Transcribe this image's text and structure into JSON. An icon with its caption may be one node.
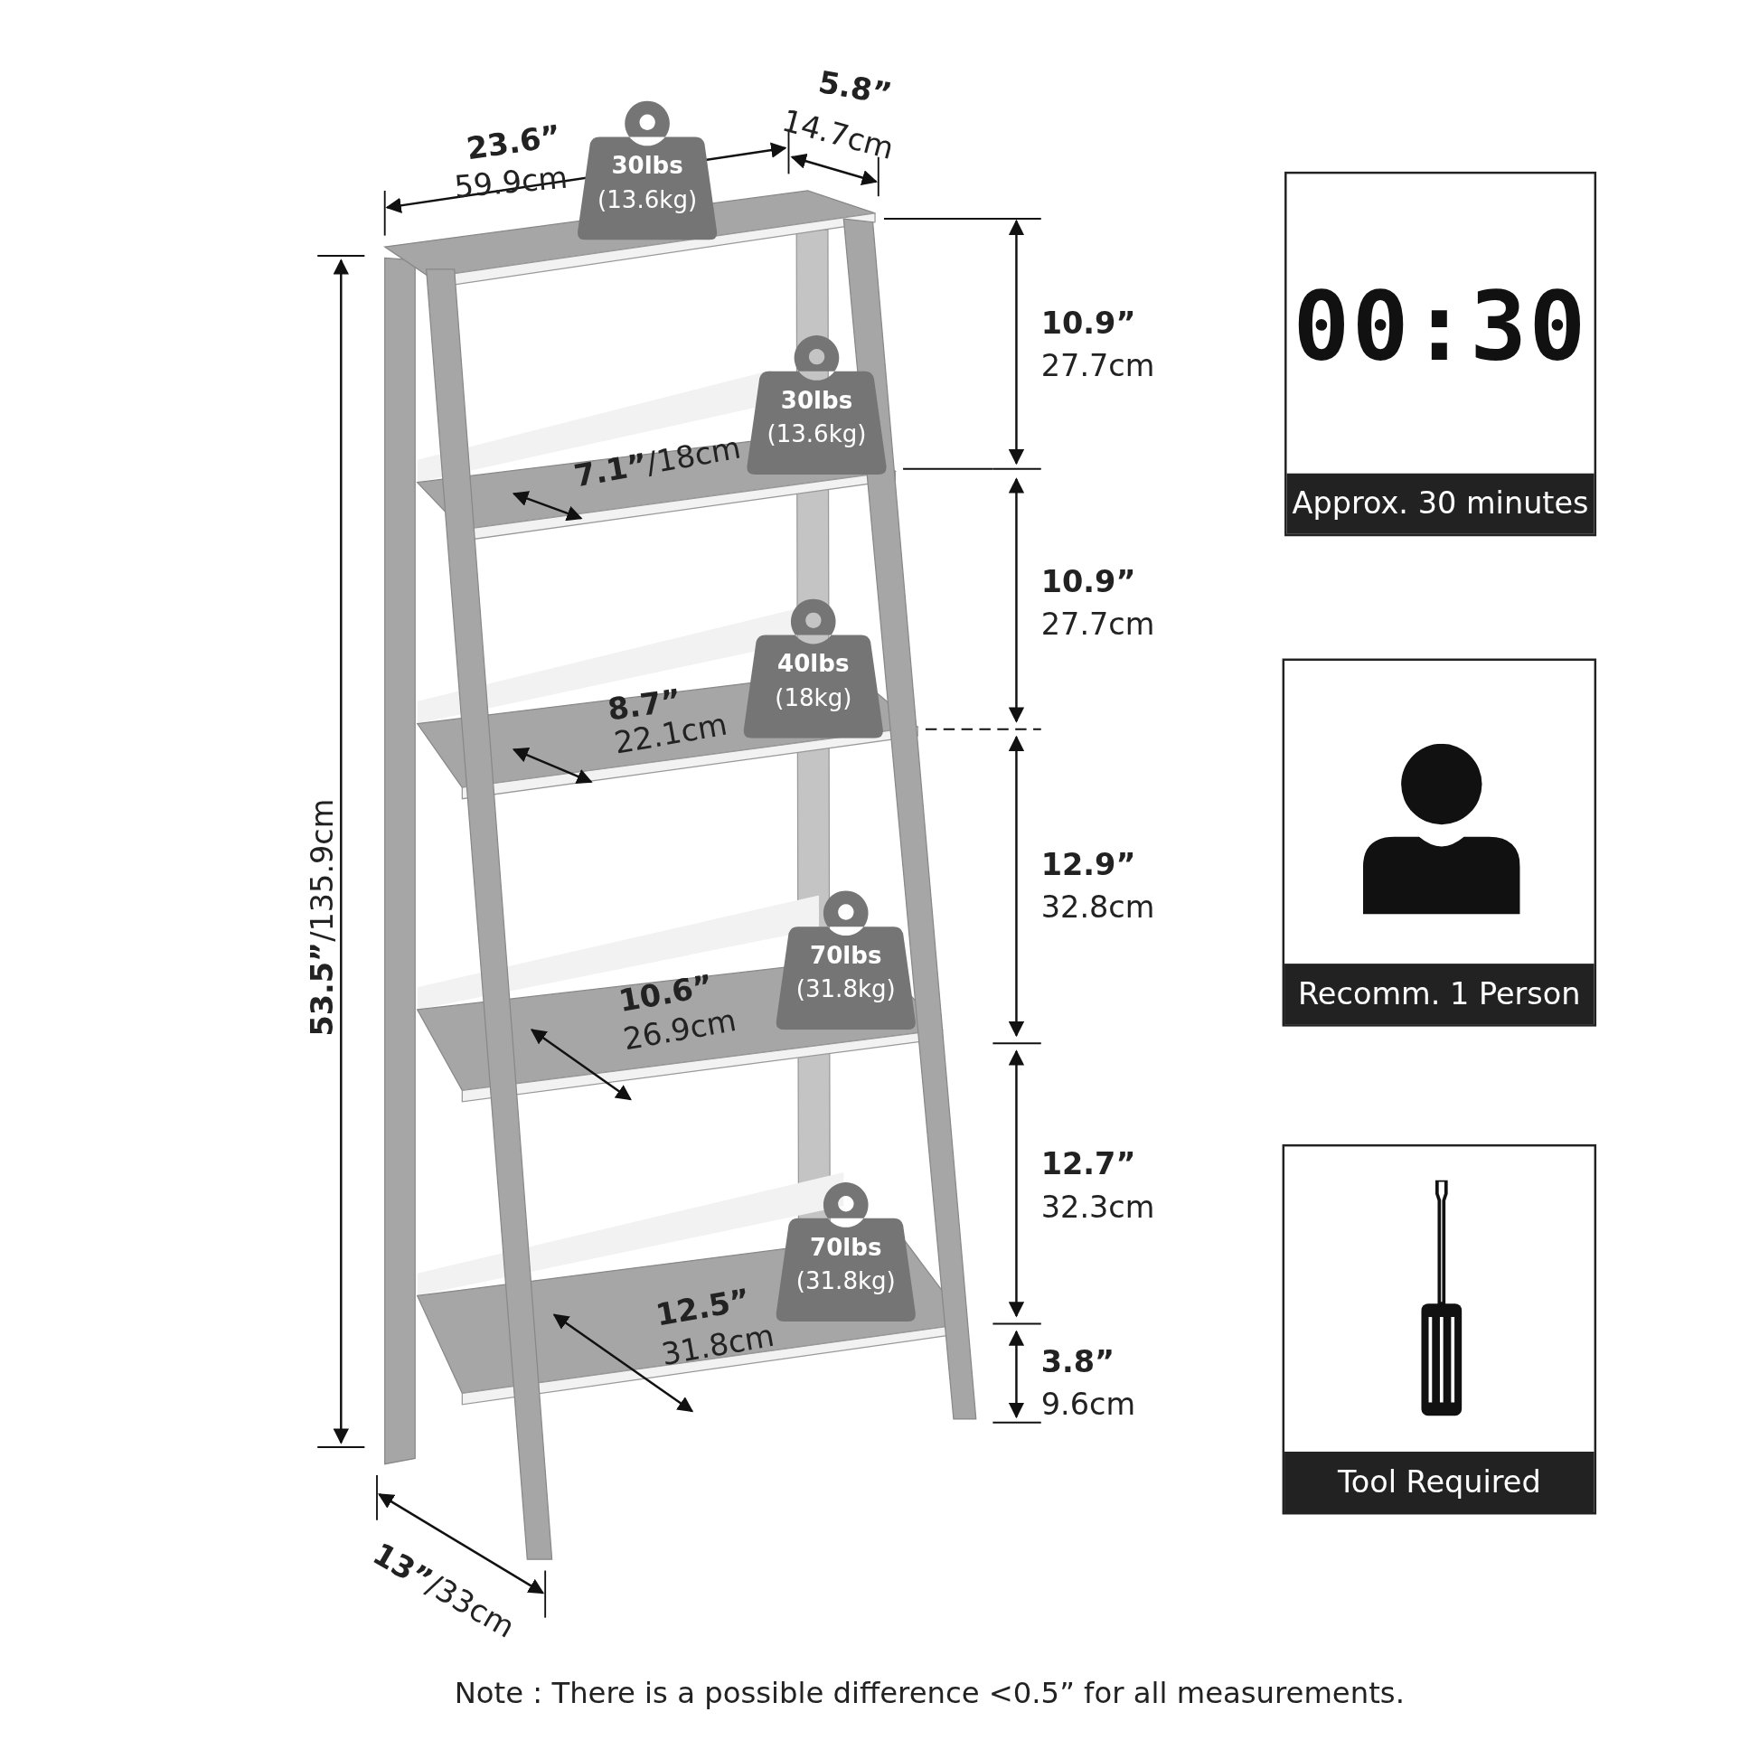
{
  "diagram": {
    "caption": "Note : There is a possible difference <0.5” for all measurements.",
    "nodes": [
      {
        "text": [
          "30lbs",
          "(13.6kg)"
        ]
      },
      {
        "text": [
          "30lbs",
          "(13.6kg)"
        ]
      },
      {
        "text": [
          "40lbs",
          "(18kg)"
        ]
      },
      {
        "text": [
          "70lbs",
          "(31.8kg)"
        ]
      },
      {
        "text": [
          "70lbs",
          "(31.8kg)"
        ]
      },
      {
        "text": [
          "00:30",
          "Approx. 30 minutes"
        ]
      },
      {
        "text": [
          "Recomm. 1 Person"
        ]
      },
      {
        "text": [
          "Tool Required"
        ]
      }
    ],
    "labels": [
      "23.6”",
      "59.9cm",
      "5.8”",
      "14.7cm",
      "10.9”",
      "27.7cm",
      "**7.1”**/18cm",
      "10.9”",
      "27.7cm",
      "8.7”",
      "22.1cm",
      "12.9”",
      "32.8cm",
      "10.6”",
      "26.9cm",
      "**53.5”**/135.9cm",
      "12.7”",
      "32.3cm",
      "12.5”",
      "31.8cm",
      "3.8”",
      "9.6cm",
      "**13”**/33cm"
    ]
  }
}
